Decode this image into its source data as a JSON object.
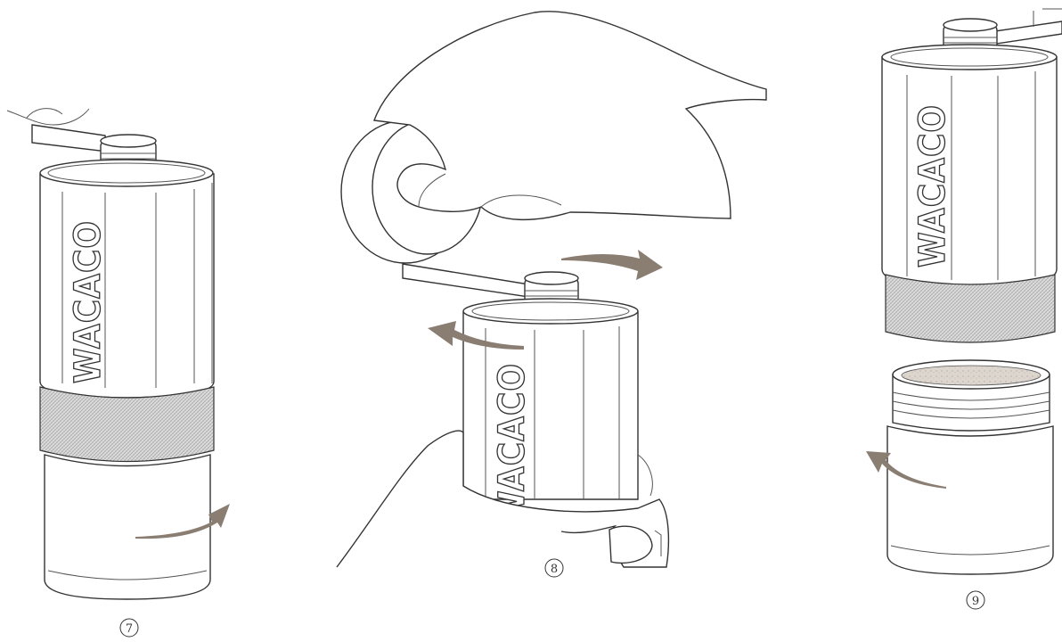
{
  "brand_label": "WACACO",
  "steps": [
    {
      "number": "7"
    },
    {
      "number": "8"
    },
    {
      "number": "9"
    }
  ],
  "colors": {
    "line": "#333333",
    "arrow": "#8a7d72",
    "knurl": "#cfcfcf",
    "grounds": "#d8d2cc"
  },
  "icons": [
    "rotate-arrow-icon"
  ]
}
